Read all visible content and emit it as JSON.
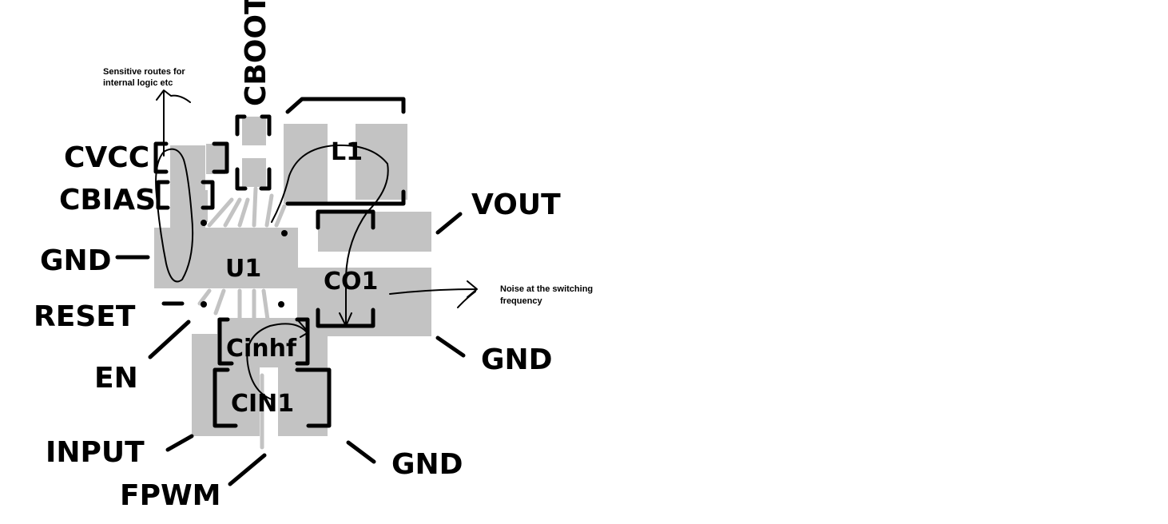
{
  "labels": {
    "cboot": "CBOOT",
    "cvcc": "CVCC",
    "cbias": "CBIAS",
    "gnd_left": "GND",
    "reset": "RESET",
    "en": "EN",
    "input": "INPUT",
    "fpwm": "FPWM",
    "u1": "U1",
    "l1": "L1",
    "co1": "CO1",
    "cinhf": "Cinhf",
    "cin1": "CIN1",
    "vout": "VOUT",
    "gnd_right": "GND",
    "gnd_bottom": "GND"
  },
  "annotations": {
    "sensitive_line1": "Sensitive routes for",
    "sensitive_line2": "internal logic etc",
    "noise_line1": "Noise at the switching",
    "noise_line2": "frequency"
  },
  "colors": {
    "copper": "#c3c3c3",
    "ink": "#000000"
  }
}
